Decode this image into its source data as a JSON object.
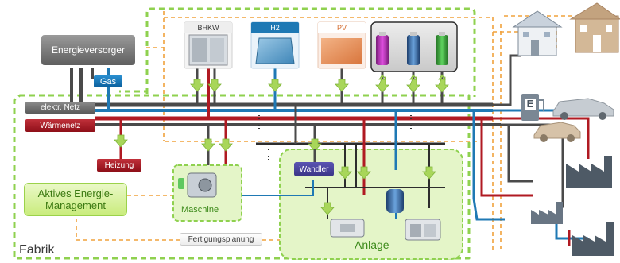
{
  "labels": {
    "supplier": "Energieversorger",
    "gas": "Gas",
    "electric_grid": "elektr. Netz",
    "heat_grid": "Wärmenetz",
    "chp": "BHKW",
    "hydrogen": "H2",
    "pv": "PV",
    "heating": "Heizung",
    "active_management": "Aktives Energie-Management",
    "machine": "Maschine",
    "converter": "Wandler",
    "production_planning": "Fertigungsplanung",
    "plant": "Anlage",
    "factory": "Fabrik",
    "charging_station": "E"
  },
  "colors": {
    "electric_line": "#4a4a4a",
    "heat_line": "#a3141e",
    "gas_line": "#1f79b4",
    "factory_border": "#8fd14f",
    "info_dashed": "#f0a23c",
    "arrow_fill": "#a8d65a"
  },
  "icons": [
    "house-icon",
    "car-icon",
    "factory-icon",
    "battery-icon",
    "chp-unit-icon",
    "hydrogen-tank-icon",
    "pv-panel-icon",
    "charging-station-icon",
    "machine-icon",
    "storage-tank-icon"
  ]
}
